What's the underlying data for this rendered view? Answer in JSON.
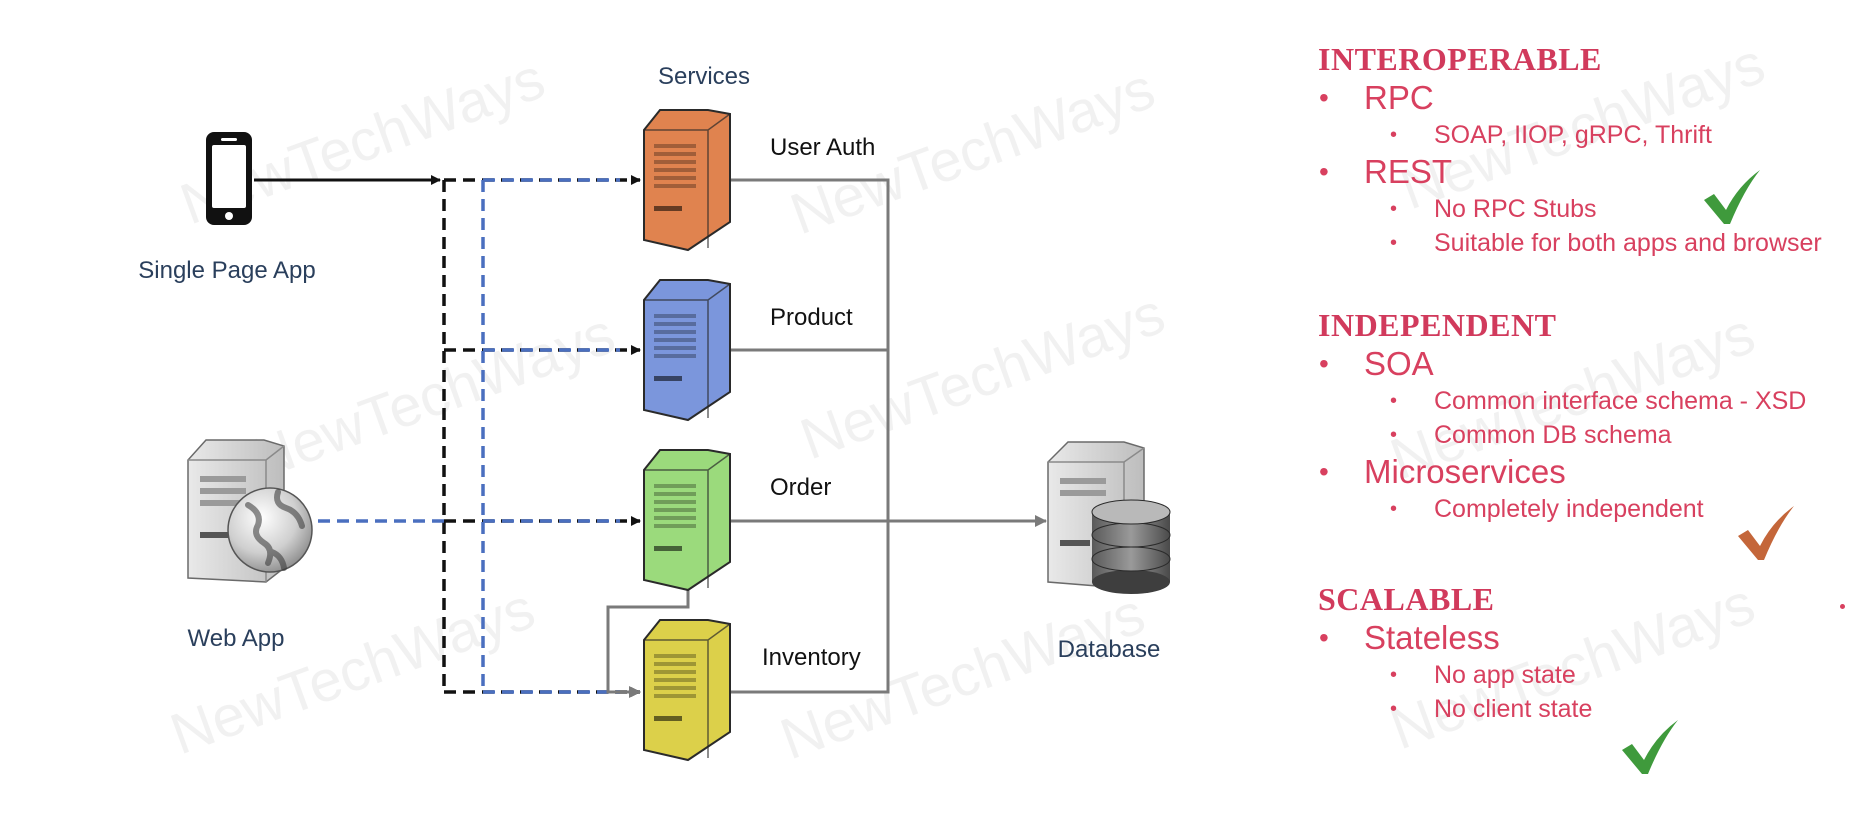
{
  "diagram": {
    "services_title": "Services",
    "clients": {
      "spa_label": "Single Page App",
      "web_label": "Web App"
    },
    "services": [
      {
        "label": "User Auth",
        "color": "#e0834f"
      },
      {
        "label": "Product",
        "color": "#7b96dc"
      },
      {
        "label": "Order",
        "color": "#9bda7c"
      },
      {
        "label": "Inventory",
        "color": "#dcd04a"
      }
    ],
    "database_label": "Database",
    "watermark": "NewTechWays",
    "colors": {
      "dashed_black": "#111111",
      "dashed_blue": "#4a6fbf",
      "connector_gray": "#7a7a7a"
    }
  },
  "panel": {
    "accent_color": "#d8405f",
    "sections": [
      {
        "heading": "Interoperable",
        "items": [
          {
            "label": "RPC",
            "subitems": [
              "SOAP, IIOP, gRPC, Thrift"
            ]
          },
          {
            "label": "REST",
            "subitems": [
              "No RPC Stubs",
              "Suitable for both apps and browser"
            ],
            "check_color": "green"
          }
        ]
      },
      {
        "heading": "Independent",
        "items": [
          {
            "label": "SOA",
            "subitems": [
              "Common interface schema - XSD",
              "Common DB schema"
            ]
          },
          {
            "label": "Microservices",
            "subitems": [
              "Completely independent"
            ],
            "check_color": "orange"
          }
        ]
      },
      {
        "heading": "Scalable",
        "items": [
          {
            "label": "Stateless",
            "subitems": [
              "No app state",
              "No client state"
            ],
            "check_color": "green"
          }
        ]
      }
    ]
  }
}
